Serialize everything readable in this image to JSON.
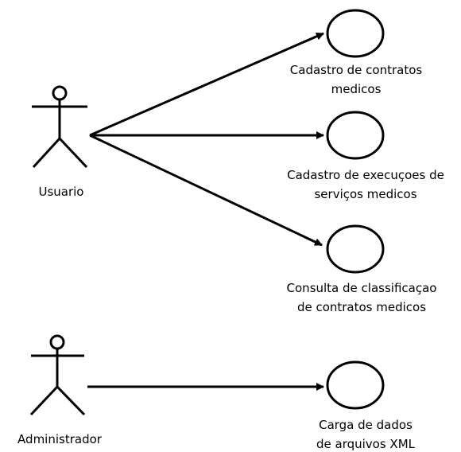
{
  "actors": [
    {
      "id": "usuario",
      "label": "Usuario"
    },
    {
      "id": "administrador",
      "label": "Administrador"
    }
  ],
  "use_cases": [
    {
      "id": "uc1",
      "lines": [
        "Cadastro de contratos",
        "medicos"
      ]
    },
    {
      "id": "uc2",
      "lines": [
        "Cadastro de execuçoes de",
        "serviços medicos"
      ]
    },
    {
      "id": "uc3",
      "lines": [
        "Consulta de classificaçao",
        "de contratos medicos"
      ]
    },
    {
      "id": "uc4",
      "lines": [
        "Carga de dados",
        "de arquivos XML"
      ]
    }
  ],
  "associations": [
    {
      "from": "usuario",
      "to": "uc1"
    },
    {
      "from": "usuario",
      "to": "uc2"
    },
    {
      "from": "usuario",
      "to": "uc3"
    },
    {
      "from": "administrador",
      "to": "uc4"
    }
  ],
  "colors": {
    "stroke": "#000000",
    "background": "#ffffff"
  }
}
